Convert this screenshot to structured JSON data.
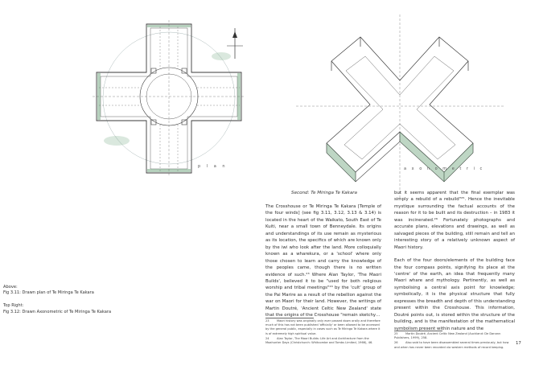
{
  "figures": {
    "plan_label": "p l a n",
    "axo_label": "a x o n o m e t r i c"
  },
  "captions": {
    "above_heading": "Above:",
    "above_text": "Fig 3.11: Drawn plan of Te Miringa Te Kakara",
    "top_right_heading": "Top Right:",
    "top_right_text": "Fig 3.12: Drawn Axonometric of Te Miringa Te Kakara"
  },
  "section_title": "Second: Te Miringa Te Kakara",
  "body": {
    "left_column": "The Crosshouse or Te Miringa Te Kakara [Temple of the four winds] (see fig 3.11, 3.12, 3.13 & 3.14) is located in the heart of the Waikato, South East of Te Kuiti, near a small town of Benneydale. Its origins and understandings of its use remain as mysterious as its location, the specifics of which are known only by the iwi who look after the land. More colloquially known as a wharekura, or a 'school' where only those chosen to learn and carry the knowledge of the peoples came, though there is no written evidence of such.²³ Where Alan Taylor, 'The Maori Builds', believed it to be \"used for both religious worship and tribal meetings\"²⁴ by the 'cult' group of the Pai Marire as a result of the rebellion against the war on Maori for their land. However, the writings of Martin Doutré, 'Ancient Celtic New Zealand' state that the origins of the Crosshouse \"remain sketchy…",
    "right_column_p1": "but it seems apparent that the final exemplar was simply a rebuild of a rebuild\"²⁵. Hence the inevitable mystique surrounding the factual accounts of the reason for it to be built and its destruction – in 1983 it was incinerated.²⁶ Fortunately photographs and accurate plans, elevations and drawings, as well as salvaged pieces of the building, still remain and tell an interesting story of a relatively unknown aspect of Maori history.",
    "right_column_p2": "Each of the four doors/elements of the building face the four compass points, signifying its place at the 'centre' of the earth, an idea that frequently many Maori whare and mythology. Pertinently, as well as symbolising a central axis point for knowledge; symbolically, it is the physical structure that fully expresses the breadth and depth of this understanding present within the Crosshouse. This information, Doutré points out, is stored within the structure of the building, and is the manifestation of the mathematical symbolism present within nature and the"
  },
  "footnotes_left": [
    {
      "num": "23",
      "text": "Maori history was originally only ever passed down orally and therefore much of this has not been published 'officially' or been allowed to be accessed by the general public, especially in cases such as Te Miringa Te Kakara where it is of extremely high spiritual value."
    },
    {
      "num": "24",
      "text": "Alan Taylor, The Maori Builds: Life Art and Architecture from the Moahunter Days (Christchurch: Whitcombe and Tombs Limited, 1966), 46."
    }
  ],
  "footnotes_right": [
    {
      "num": "25",
      "text": "Martin Doutré, Ancient Celtic New Zealand (Auckland: De Danann Publishers, 1999), 258."
    },
    {
      "num": "26",
      "text": "Also said to have been disassembled several times previously, but how and when has never been recorded via western methods of record keeping."
    }
  ],
  "page_number": "17",
  "colors": {
    "ink": "#3a3a3a",
    "wash": "#5f9a6e",
    "text": "#2c2c2c"
  }
}
